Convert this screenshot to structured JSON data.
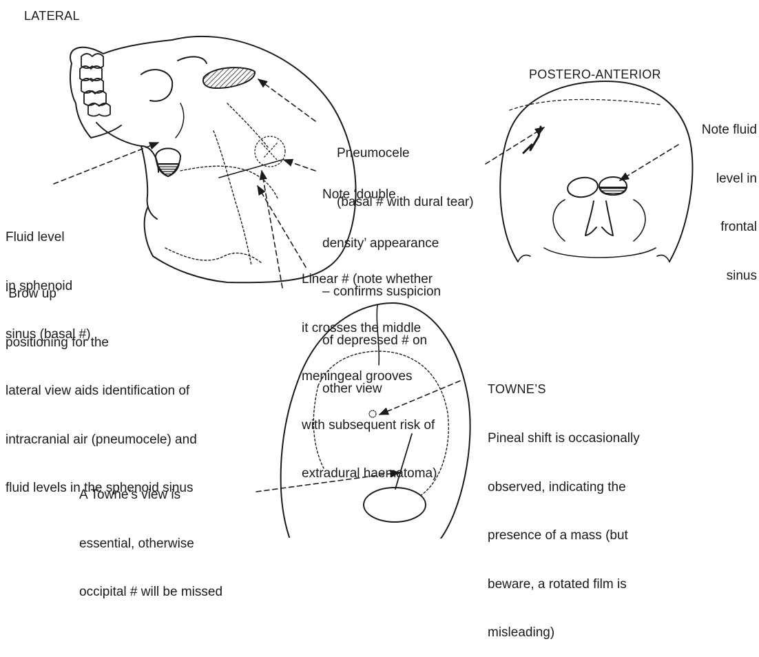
{
  "headings": {
    "lateral": "LATERAL",
    "postero_anterior": "POSTERO-ANTERIOR",
    "townes": "TOWNE’S"
  },
  "annotations": {
    "pneumocele": [
      "Pneumocele",
      "(basal # with dural tear)"
    ],
    "double_density": [
      "Note ‘double",
      "density’ appearance",
      "– confirms suspicion",
      "of depressed # on",
      "other view"
    ],
    "fluid_sphenoid": [
      "Fluid level",
      "in sphenoid",
      "sinus (basal #)"
    ],
    "brow_up": [
      "‘Brow up’",
      "positioning for the",
      "lateral view aids identification of",
      "intracranial air (pneumocele) and",
      "fluid levels in the sphenoid sinus"
    ],
    "linear_fracture": [
      "Linear # (note whether",
      "it crosses the middle",
      "meningeal grooves",
      "with subsequent risk of",
      "extradural haematoma)"
    ],
    "frontal_fluid": [
      "Note fluid",
      "level in",
      "frontal",
      "sinus"
    ],
    "pineal_shift": [
      "Pineal shift is occasionally",
      "observed, indicating the",
      "presence of a mass (but",
      "beware, a rotated film is",
      "misleading)"
    ],
    "townes_essential": [
      "A Towne’s view is",
      "essential, otherwise",
      "occipital # will be missed"
    ]
  },
  "colors": {
    "ink": "#1a1a1a",
    "background": "#ffffff"
  }
}
